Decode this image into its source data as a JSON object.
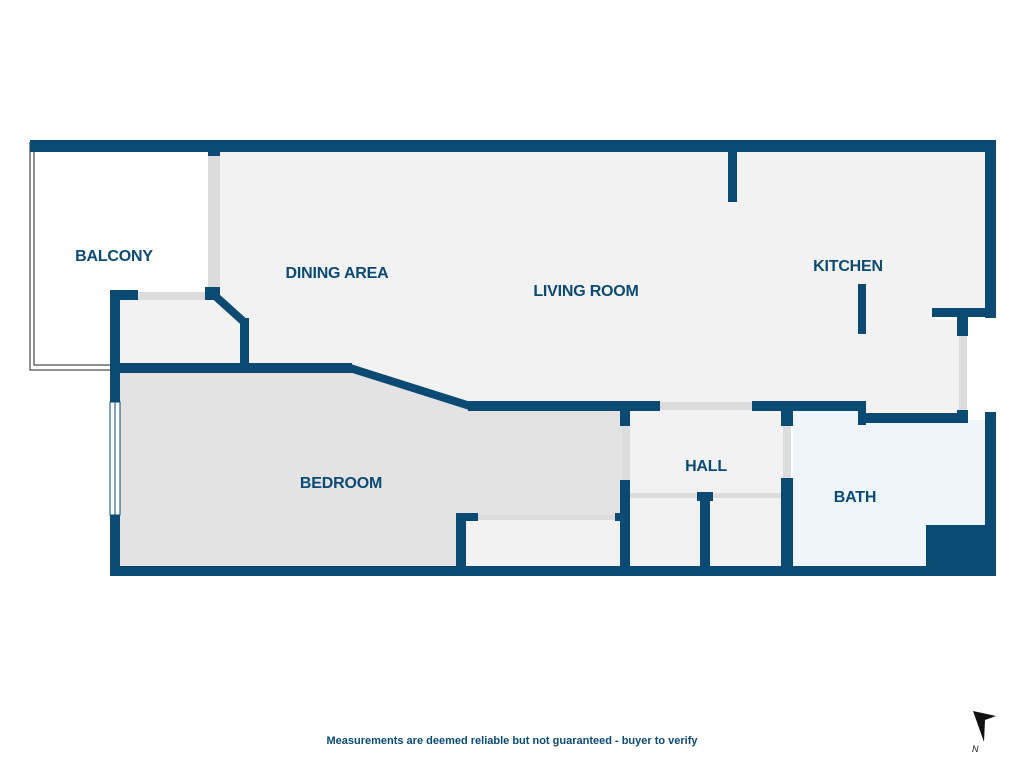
{
  "colors": {
    "wall": "#0a4a73",
    "floor": "#f2f2f2",
    "bedroom_floor": "#e3e3e3",
    "bath_floor": "#eef6fc",
    "label": "#0a4a73",
    "opening": "#dcdcdc",
    "compass": "#111111"
  },
  "rooms": {
    "balcony": "BALCONY",
    "dining": "DINING AREA",
    "living": "LIVING ROOM",
    "kitchen": "KITCHEN",
    "bedroom": "BEDROOM",
    "hall": "HALL",
    "bath": "BATH"
  },
  "footer": {
    "disclaimer": "Measurements are deemed reliable but not guaranteed - buyer to verify"
  },
  "compass": {
    "icon": "north-arrow-icon",
    "letter": "N"
  }
}
